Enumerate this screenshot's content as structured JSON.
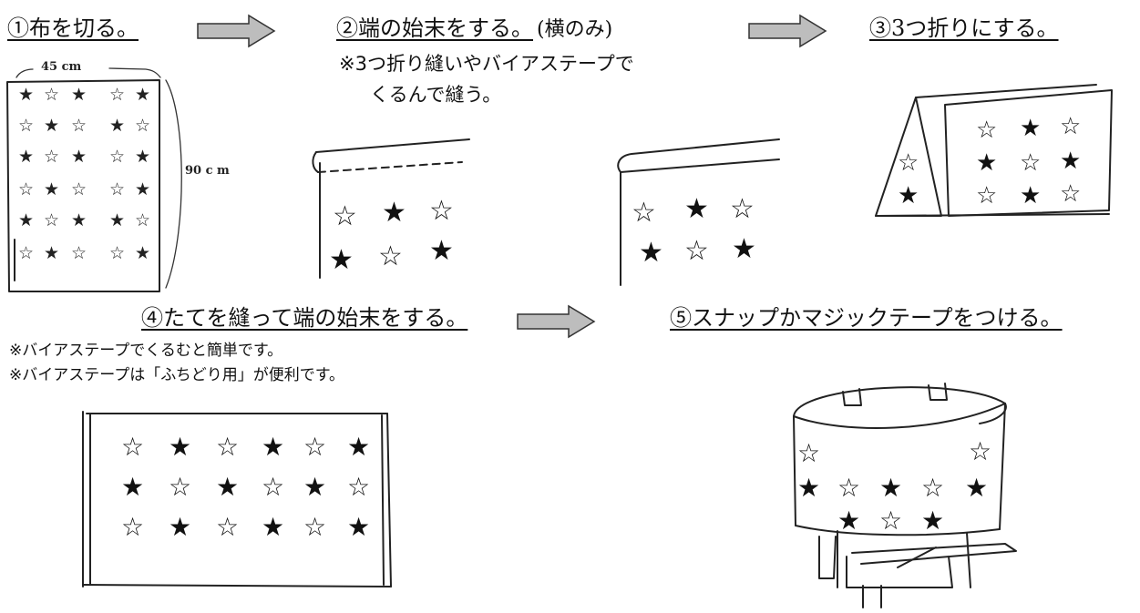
{
  "steps": {
    "step1": {
      "title": "①布を切る。"
    },
    "step2": {
      "title": "②端の始末をする。",
      "suffix": "(横のみ)",
      "note_line1": "※3つ折り縫いやバイアステープで",
      "note_line2": "くるんで縫う。"
    },
    "step3": {
      "title": "③3つ折りにする。"
    },
    "step4": {
      "title": "④たてを縫って端の始末をする。",
      "note_line1": "※バイアステープでくるむと簡単です。",
      "note_line2": "※バイアステープは「ふちどり用」が便利です。"
    },
    "step5": {
      "title": "⑤スナップかマジックテープをつける。"
    }
  },
  "dimensions": {
    "width": "45 cm",
    "height": "90 c m"
  },
  "arrow_color": "#bdbdbd",
  "star_glyphs": {
    "filled": "★",
    "outline": "☆"
  }
}
